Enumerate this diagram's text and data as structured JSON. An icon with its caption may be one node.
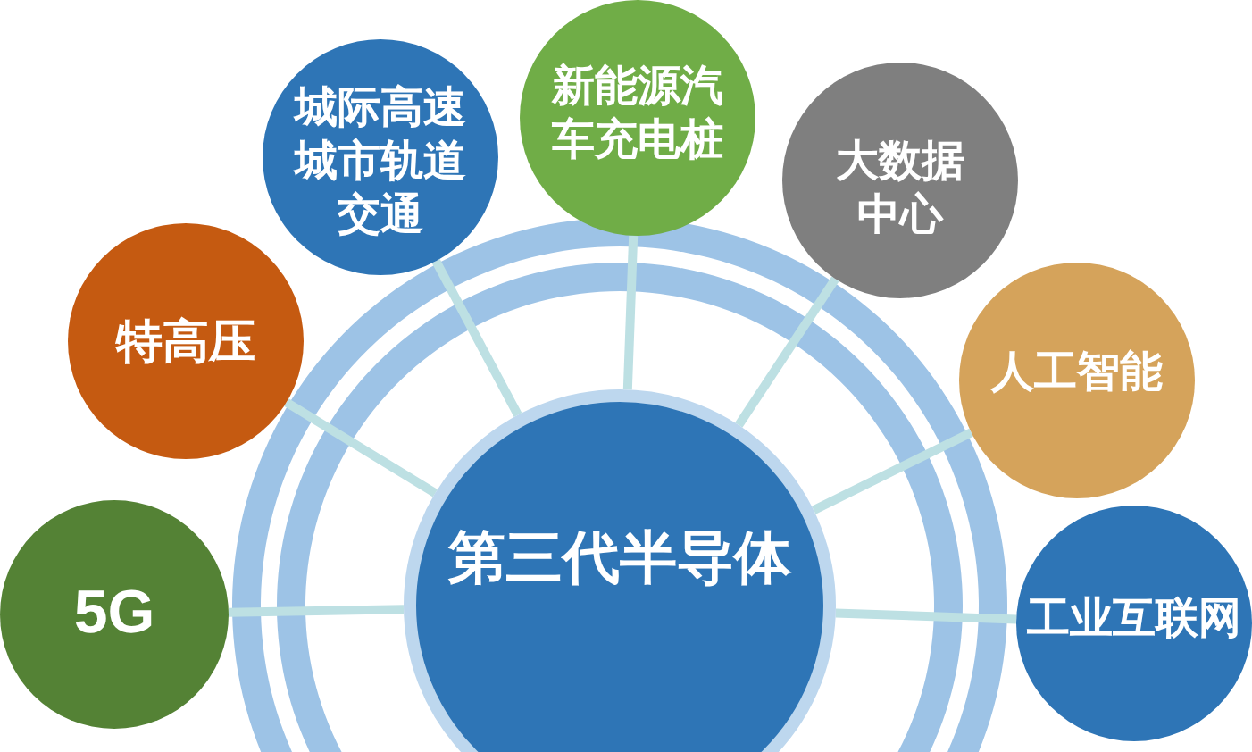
{
  "diagram": {
    "nodes": [
      {
        "text": [
          "第三代半导体"
        ]
      },
      {
        "text": [
          "5G"
        ]
      },
      {
        "text": [
          "特高压"
        ]
      },
      {
        "text": [
          "城际高速城市轨道交通"
        ]
      },
      {
        "text": [
          "新能源汽车充电桩"
        ]
      },
      {
        "text": [
          "大数据中心"
        ]
      },
      {
        "text": [
          "人工智能"
        ]
      },
      {
        "text": [
          "工业互联网"
        ]
      }
    ],
    "edges": [
      {
        "from": 0,
        "to": 1,
        "arrow": "none"
      },
      {
        "from": 0,
        "to": 2,
        "arrow": "none"
      },
      {
        "from": 0,
        "to": 3,
        "arrow": "none"
      },
      {
        "from": 0,
        "to": 4,
        "arrow": "none"
      },
      {
        "from": 0,
        "to": 5,
        "arrow": "none"
      },
      {
        "from": 0,
        "to": 6,
        "arrow": "none"
      },
      {
        "from": 0,
        "to": 7,
        "arrow": "none"
      }
    ]
  }
}
